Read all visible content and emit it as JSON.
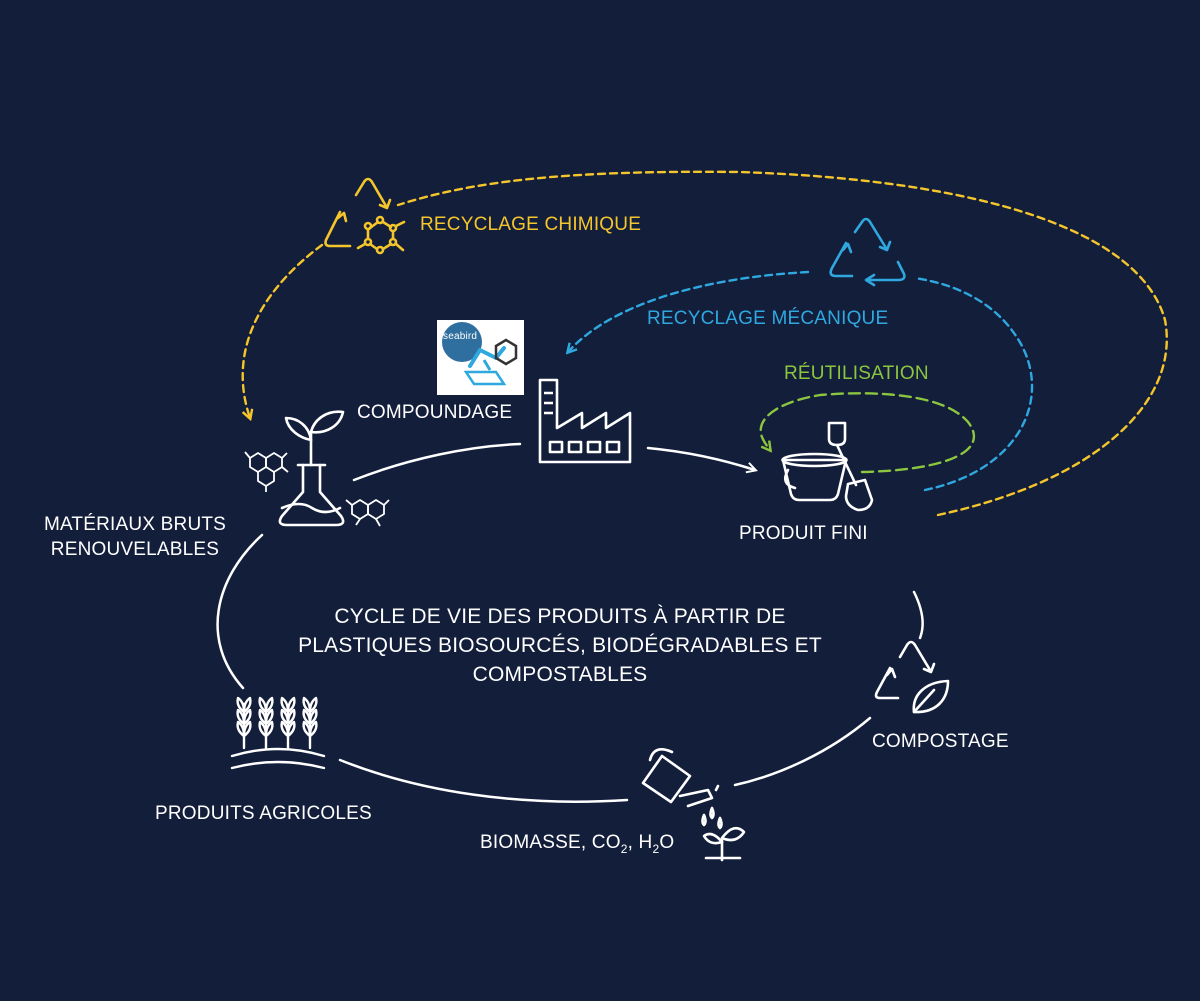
{
  "colors": {
    "background": "#131e3b",
    "white": "#ffffff",
    "chemical": "#f5c52c",
    "mechanical": "#2fa8e0",
    "reuse": "#8cc63f"
  },
  "labels": {
    "chemical_recycling": "RECYCLAGE CHIMIQUE",
    "mechanical_recycling": "RECYCLAGE MÉCANIQUE",
    "reuse": "RÉUTILISATION",
    "compounding": "COMPOUNDAGE",
    "finished_product": "PRODUIT FINI",
    "raw_materials_line1": "MATÉRIAUX BRUTS",
    "raw_materials_line2": "RENOUVELABLES",
    "agricultural_products": "PRODUITS AGRICOLES",
    "composting": "COMPOSTAGE",
    "biomass_prefix": "BIOMASSE, CO",
    "biomass_sub1": "2",
    "biomass_mid": ", H",
    "biomass_sub2": "2",
    "biomass_suffix": "O",
    "center_line1": "CYCLE DE VIE DES PRODUITS À PARTIR DE",
    "center_line2": "PLASTIQUES BIOSOURCÉS, BIODÉGRADABLES ET",
    "center_line3": "COMPOSTABLES"
  },
  "logo": {
    "text": "seabird"
  },
  "icons": [
    "chemical-recycling-icon",
    "mechanical-recycling-icon",
    "compost-recycling-icon",
    "factory-icon",
    "bucket-spade-icon",
    "flask-plant-icon",
    "molecule-icon",
    "wheat-icon",
    "watering-can-icon"
  ]
}
